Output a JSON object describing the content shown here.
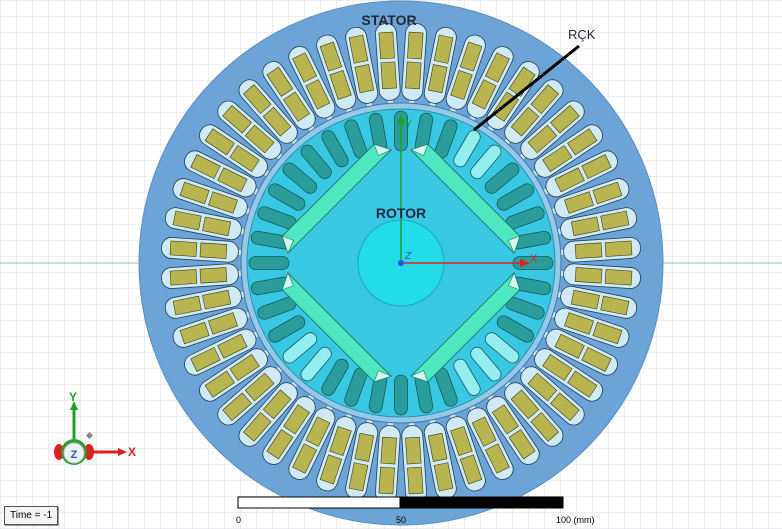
{
  "labels": {
    "stator": "STATOR",
    "rotor": "ROTOR",
    "rck": "RÇK"
  },
  "axes": {
    "x": "X",
    "y": "Y",
    "z": "Z"
  },
  "scale": {
    "tick0": "0",
    "tick50": "50",
    "tick100": "100 (mm)"
  },
  "time": "Time = -1",
  "colors": {
    "background": "#ffffff",
    "grid": "#dcdce6",
    "stator": "#6ca4d8",
    "airgap_ring": "#96c8e8",
    "rotor": "#38c8e4",
    "shaft": "#22dde8",
    "winding": "#b8b450",
    "slot": "#cfeaf3",
    "bar": "#2a9d9a",
    "bar_highlight": "#94eef0",
    "magnet": "#4de8c0",
    "x_axis": "#e41e1e",
    "y_axis": "#22a022"
  },
  "counts": {
    "stator_slots": 48,
    "rotor_bars": 36,
    "magnets": 4
  }
}
